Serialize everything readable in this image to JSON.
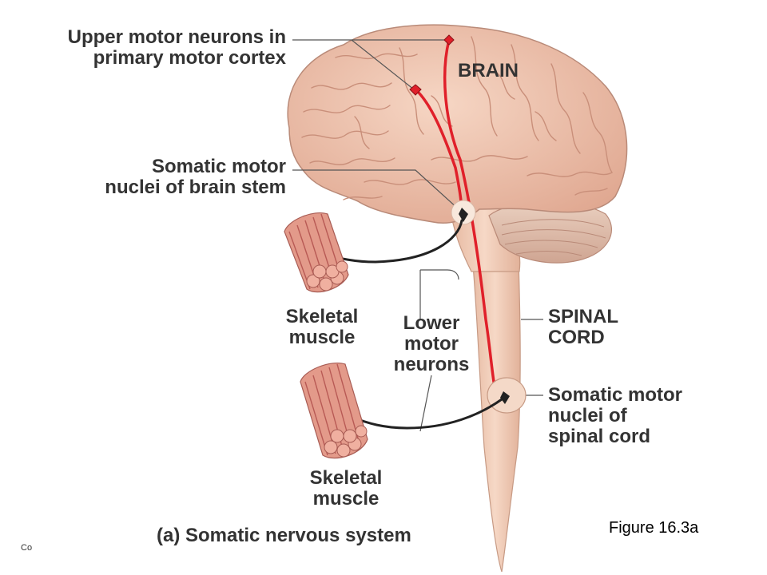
{
  "labels": {
    "upper_motor_line1": "Upper motor neurons in",
    "upper_motor_line2": "primary motor cortex",
    "brain": "BRAIN",
    "somatic_brainstem_line1": "Somatic motor",
    "somatic_brainstem_line2": "nuclei of brain stem",
    "skeletal_top_line1": "Skeletal",
    "skeletal_top_line2": "muscle",
    "lower_motor_line1": "Lower",
    "lower_motor_line2": "motor",
    "lower_motor_line3": "neurons",
    "spinal_cord_line1": "SPINAL",
    "spinal_cord_line2": "CORD",
    "somatic_spinal_line1": "Somatic motor",
    "somatic_spinal_line2": "nuclei of",
    "somatic_spinal_line3": "spinal cord",
    "skeletal_bottom_line1": "Skeletal",
    "skeletal_bottom_line2": "muscle",
    "caption": "(a) Somatic nervous system",
    "figure_number": "Figure 16.3a",
    "copyright_fragment": "Co"
  },
  "colors": {
    "brain_fill": "#f0c5b0",
    "brain_sulcus": "#c98f7a",
    "cord_fill": "#f2cdb8",
    "neuron_red": "#e0202a",
    "neuron_black": "#222222",
    "muscle_fill": "#e39a8a",
    "muscle_stripe": "#b85a55",
    "leader_line": "#555555"
  }
}
